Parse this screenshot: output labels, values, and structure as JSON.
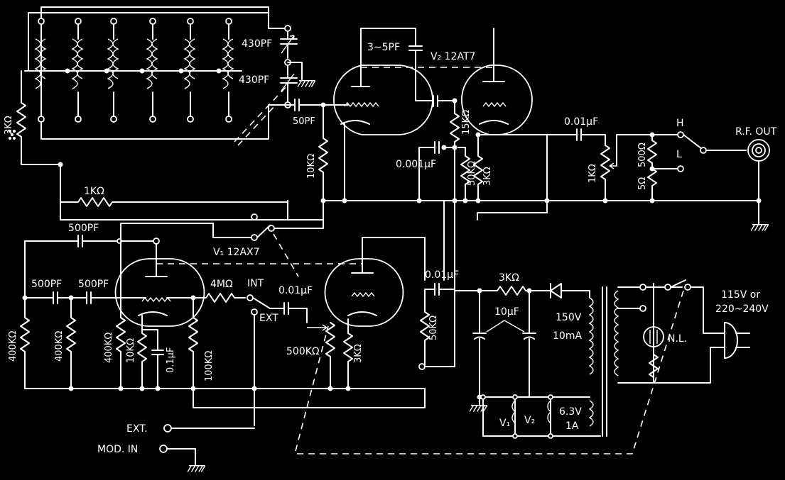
{
  "diagram": {
    "background": "#000000",
    "ink": "#ffffff",
    "labels": {
      "r_osc_3k": "3KΩ",
      "c_430_top": "430PF",
      "c_430_bot": "430PF",
      "c_3_5pf": "3∼5PF",
      "v2_name": "V₂ 12AT7",
      "c_50pf": "50PF",
      "r_10k_grid": "10KΩ",
      "r_1k_mid": "1KΩ",
      "r_15k": "15KΩ",
      "c_0001": "0.001μF",
      "r_50k_v2": "50KΩ",
      "r_3k_v2": "3KΩ",
      "c_001_out": "0.01μF",
      "r_1k_pot": "1KΩ",
      "r_500": "500Ω",
      "r_5": "5Ω",
      "sw_h": "H",
      "sw_l": "L",
      "rf_out": "R.F. OUT",
      "c_500_top": "500PF",
      "v1_name": "V₁ 12AX7",
      "c_500_a": "500PF",
      "c_500_b": "500PF",
      "r_4m": "4MΩ",
      "sw_int": "INT",
      "sw_ext": "EXT",
      "c_001_mid": "0.01μF",
      "c_001_v1": "0.01μF",
      "r_3k_psu": "3KΩ",
      "c_10uf": "10μF",
      "psu_150v": "150V",
      "psu_10ma": "10mA",
      "mains_115": "115V or",
      "mains_220": "220∼240V",
      "nl": "N.L.",
      "r_400k_1": "400KΩ",
      "r_400k_2": "400KΩ",
      "r_400k_3": "400KΩ",
      "r_10k_v1": "10KΩ",
      "c_01uf": "0.1μF",
      "r_100k": "100KΩ",
      "r_500k": "500KΩ",
      "r_3k_v1": "3KΩ",
      "r_50k_psu": "50KΩ",
      "heater_v1": "V₁",
      "heater_v2": "V₂",
      "heater_63": "6.3V",
      "heater_1a": "1A",
      "ext_in": "EXT.",
      "mod_in": "MOD. IN"
    }
  }
}
